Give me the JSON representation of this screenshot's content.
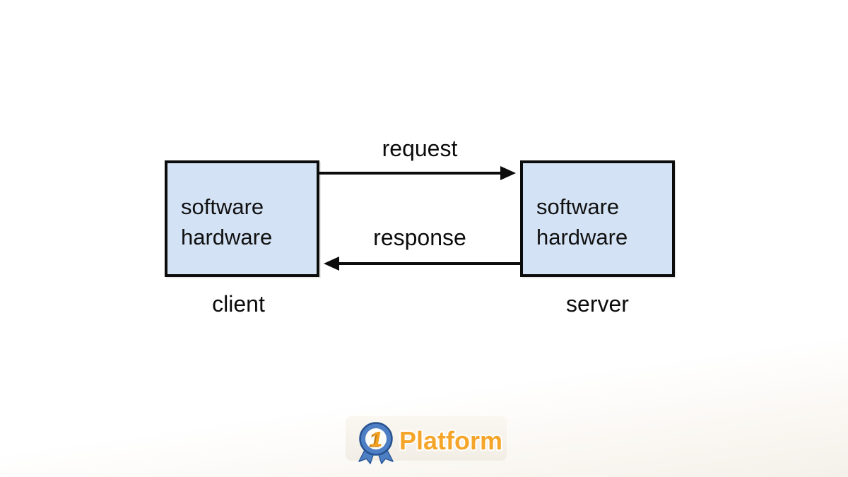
{
  "page": {
    "background_top": "#ffffff",
    "background_bottom": "#f4f0ea"
  },
  "diagram": {
    "nodes": [
      {
        "id": "client",
        "lines": [
          "software",
          "hardware"
        ],
        "label": "client"
      },
      {
        "id": "server",
        "lines": [
          "software",
          "hardware"
        ],
        "label": "server"
      }
    ],
    "arrows": [
      {
        "id": "request",
        "label": "request",
        "direction": "right",
        "from": "client",
        "to": "server"
      },
      {
        "id": "response",
        "label": "response",
        "direction": "left",
        "from": "server",
        "to": "client"
      }
    ],
    "colors": {
      "node_fill": "#d3e2f4",
      "node_border": "#0c0c0c",
      "arrow": "#0c0c0c",
      "text": "#0c0c0c"
    }
  },
  "logo": {
    "text": "Platform",
    "icon": "number-1-medal-icon",
    "icon_digit": "1",
    "colors": {
      "text_orange": "#f5a62a",
      "medal_blue": "#4e7ec4",
      "medal_outline": "#2d5a9b",
      "digit_orange": "#f2a01f",
      "badge_background": "#f6f2eb"
    }
  }
}
